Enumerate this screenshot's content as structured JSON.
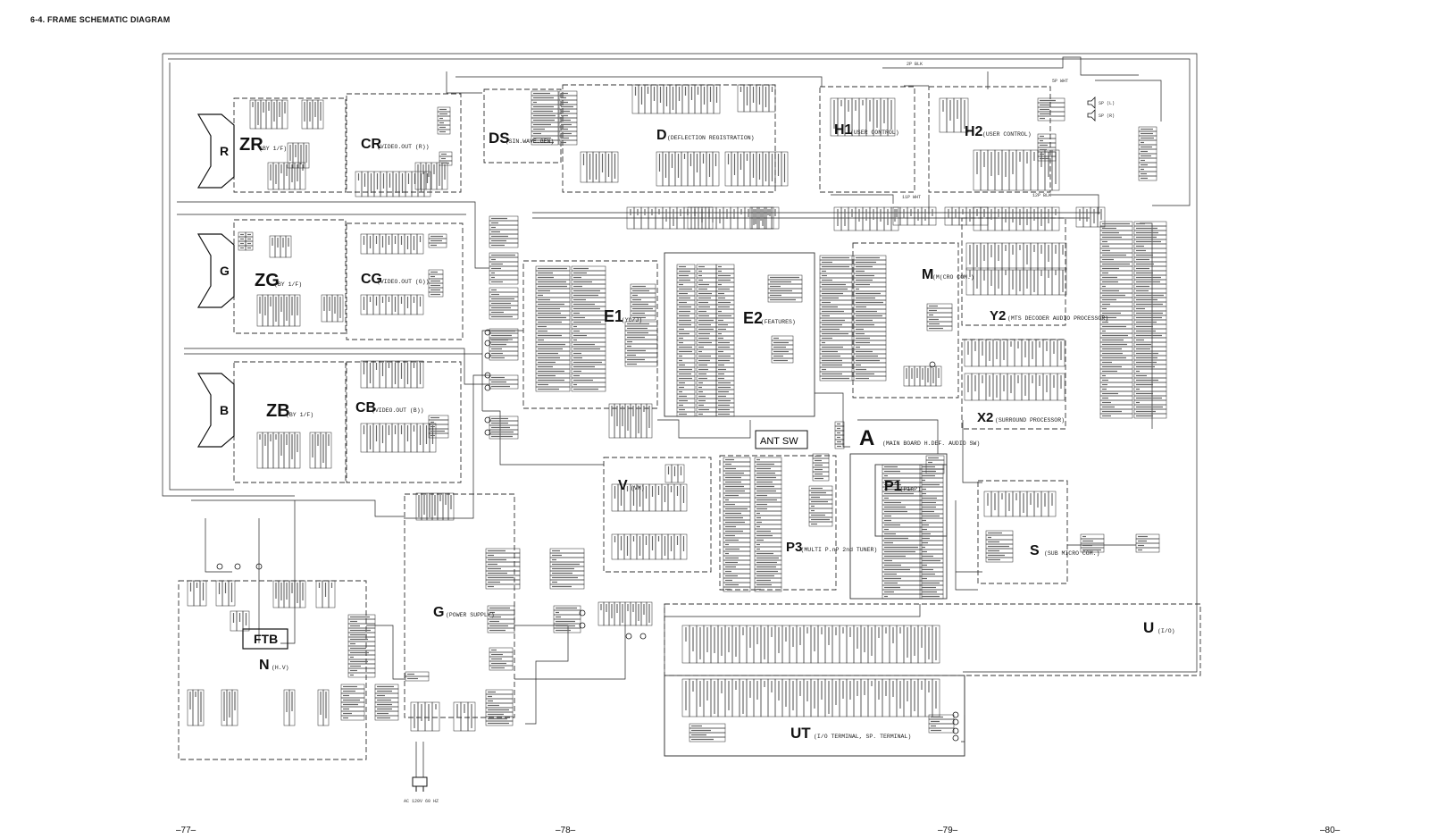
{
  "heading": "6-4.  FRAME  SCHEMATIC DIAGRAM",
  "page_numbers": [
    "–77–",
    "–78–",
    "–79–",
    "–80–"
  ],
  "boards": [
    {
      "id": "ZR",
      "label": "ZR",
      "desc": "(BY 1/F)"
    },
    {
      "id": "CR",
      "label": "CR",
      "desc": "(VIDEO.OUT (R))"
    },
    {
      "id": "ZG",
      "label": "ZG",
      "desc": "(BY 1/F)"
    },
    {
      "id": "CG",
      "label": "CG",
      "desc": "(VIDEO.OUT (G))"
    },
    {
      "id": "ZB",
      "label": "ZB",
      "desc": "(BY 1/F)"
    },
    {
      "id": "CB",
      "label": "CB",
      "desc": "(VIDEO.OUT (B))"
    },
    {
      "id": "DS",
      "label": "DS",
      "desc": "(SIN.WAVE.GEN)"
    },
    {
      "id": "D",
      "label": "D",
      "desc": "(DEFLECTION REGISTRATION)"
    },
    {
      "id": "H1",
      "label": "H1",
      "desc": "(USER CONTROL)"
    },
    {
      "id": "H2",
      "label": "H2",
      "desc": "(USER CONTROL)"
    },
    {
      "id": "E1",
      "label": "E1",
      "desc": "(YC/J)"
    },
    {
      "id": "E2",
      "label": "E2",
      "desc": "(FEATURES)"
    },
    {
      "id": "M",
      "label": "M",
      "desc": "(M(CRO COM.)"
    },
    {
      "id": "Y2",
      "label": "Y2",
      "desc": "(MTS DECODER AUDIO PROCESSOR)"
    },
    {
      "id": "X2",
      "label": "X2",
      "desc": "(SURROUND PROCESSOR)"
    },
    {
      "id": "A",
      "label": "A",
      "desc": "(MAIN BOARD H.DEF. AUDIO SW)"
    },
    {
      "id": "P1",
      "label": "P1",
      "desc": "(PinP)"
    },
    {
      "id": "P3",
      "label": "P3",
      "desc": "(MULTI P.nP 2nd TUNER)"
    },
    {
      "id": "V",
      "label": "V",
      "desc": "(VM)"
    },
    {
      "id": "G",
      "label": "G",
      "desc": "(POWER SUPPLY)"
    },
    {
      "id": "N",
      "label": "N",
      "desc": "(H.V)"
    },
    {
      "id": "S",
      "label": "S",
      "desc": "(SUB MICRO COM.)"
    },
    {
      "id": "U",
      "label": "U",
      "desc": "(I/O)"
    },
    {
      "id": "UT",
      "label": "UT",
      "desc": "(I/O TERMINAL, SP. TERMINAL)"
    }
  ],
  "labels": {
    "ftb": "FTB",
    "ant_sw": "ANT SW",
    "crt_r": "R",
    "crt_g": "G",
    "crt_b": "B",
    "ac_in": "AC 120V 60 HZ",
    "sp_l": "SP (L)",
    "sp_r": "SP (R)",
    "conn_11p": "11P WHT",
    "conn_2p": "2P BLK",
    "conn_5p": "5P WHT",
    "conn_12p": "12P BLK"
  },
  "colors": {
    "ink": "#1a1a1a",
    "paper": "#ffffff",
    "dash": "#333333"
  }
}
